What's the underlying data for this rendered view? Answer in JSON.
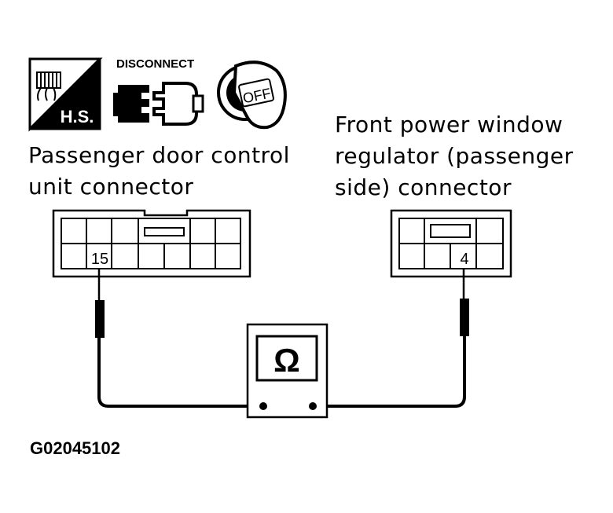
{
  "icons": {
    "hs_label": "H.S.",
    "disconnect_label": "DISCONNECT",
    "ignition_label": "OFF"
  },
  "connectors": {
    "left": {
      "label_line1": "Passenger door control",
      "label_line2": "unit connector",
      "terminal": "15"
    },
    "right": {
      "label_line1": "Front power window",
      "label_line2": "regulator (passenger",
      "label_line3": "side) connector",
      "terminal": "4"
    }
  },
  "meter": {
    "symbol": "Ω"
  },
  "figure_id": "G02045102"
}
